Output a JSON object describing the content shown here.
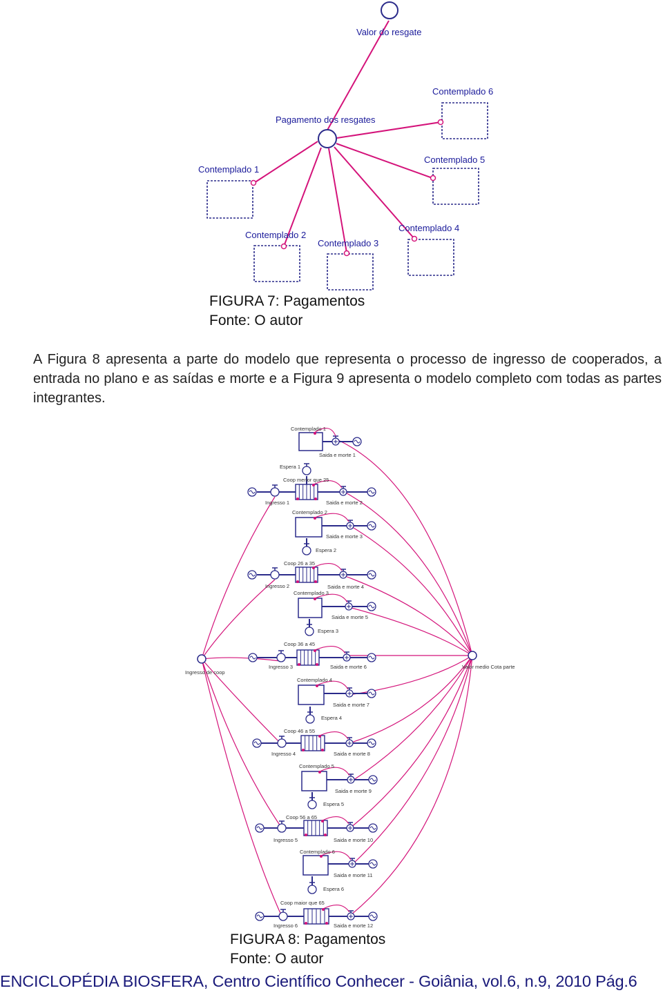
{
  "figure7": {
    "labels": {
      "valor": "Valor do resgate",
      "pagamento": "Pagamento dos resgates",
      "c1": "Contemplado 1",
      "c2": "Contemplado 2",
      "c3": "Contemplado 3",
      "c4": "Contemplado 4",
      "c5": "Contemplado 5",
      "c6": "Contemplado 6"
    },
    "caption_title": "FIGURA 7: Pagamentos",
    "caption_source": "Fonte: O autor"
  },
  "paragraph": "A Figura 8 apresenta a parte do modelo que representa o processo de ingresso de cooperados, a entrada no plano e as saídas e morte e a Figura 9 apresenta o modelo completo com todas as partes integrantes.",
  "figure8": {
    "labels": {
      "c1": "Contemplado 1",
      "sm1": "Saida e morte 1",
      "esp1": "Espera 1",
      "coop25": "Coop menor que 25",
      "ing1": "Ingresso 1",
      "sm2": "Saida e morte 2",
      "c2": "Contemplado 2",
      "sm3": "Saida e morte 3",
      "esp2": "Espera 2",
      "coop35": "Coop 26 a 35",
      "ing2": "Ingresso 2",
      "sm4": "Saida e morte 4",
      "c3": "Contemplado 3",
      "sm5": "Saida e morte 5",
      "esp3": "Espera 3",
      "coop45": "Coop 36 a 45",
      "ingcoop": "Ingresso de coop",
      "ing3": "Ingresso 3",
      "sm6": "Saida e morte 6",
      "valmedio": "Valor medio Cota parte",
      "c4": "Contemplado 4",
      "sm7": "Saida e morte 7",
      "esp4": "Espera 4",
      "coop55": "Coop 46 a 55",
      "ing4": "Ingresso 4",
      "sm8": "Saida e morte 8",
      "c5": "Contemplado 5",
      "sm9": "Saida e morte 9",
      "esp5": "Espera 5",
      "coop65": "Coop 56 a 65",
      "ing5": "Ingresso 5",
      "sm10": "Saida e morte 10",
      "c6": "Contemplado 6",
      "sm11": "Saida e morte 11",
      "esp6": "Espera 6",
      "coopmaior": "Coop maior que 65",
      "ing6": "Ingresso 6",
      "sm12": "Saida e morte 12"
    },
    "caption_title": "FIGURA 8: Pagamentos",
    "caption_source": "Fonte: O autor"
  },
  "footer": "ENCICLOPÉDIA BIOSFERA, Centro Científico Conhecer - Goiânia, vol.6, n.9, 2010 Pág.6",
  "colors": {
    "link": "#d4137a",
    "pipe": "#2a2a8a",
    "text7": "#1a1a9a",
    "text8": "#333333"
  }
}
